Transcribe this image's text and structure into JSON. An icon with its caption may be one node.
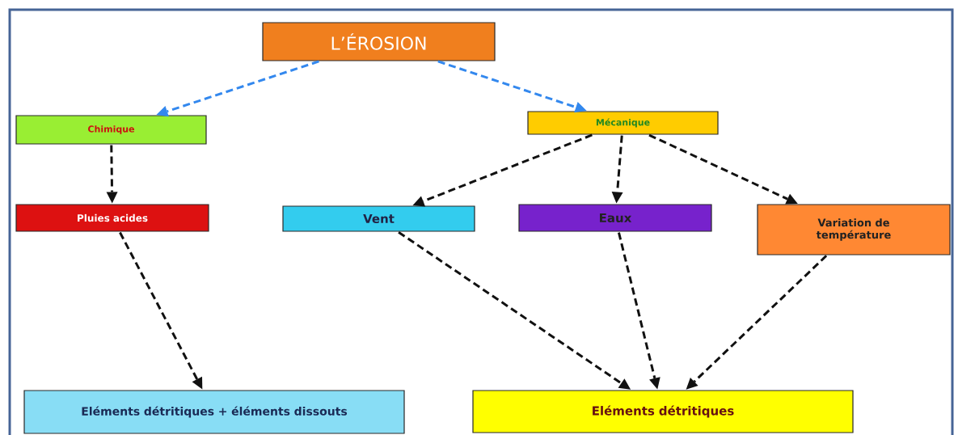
{
  "diagram": {
    "nodes": [
      {
        "text": [
          "L’ÉROSION"
        ]
      },
      {
        "text": [
          "Chimique"
        ]
      },
      {
        "text": [
          "Mécanique"
        ]
      },
      {
        "text": [
          "Pluies acides"
        ]
      },
      {
        "text": [
          "Vent"
        ]
      },
      {
        "text": [
          "Eaux"
        ]
      },
      {
        "text": [
          "Variation de température"
        ]
      },
      {
        "text": [
          "Eléments détritiques + éléments dissouts"
        ]
      },
      {
        "text": [
          "Eléments détritiques"
        ]
      }
    ],
    "edges": [
      {
        "from": 0,
        "to": 1,
        "arrow": "to",
        "style": "dashed",
        "color": "#3388ee"
      },
      {
        "from": 0,
        "to": 2,
        "arrow": "to",
        "style": "dashed",
        "color": "#3388ee"
      },
      {
        "from": 1,
        "to": 3,
        "arrow": "to",
        "style": "dashed"
      },
      {
        "from": 2,
        "to": 4,
        "arrow": "to",
        "style": "dashed"
      },
      {
        "from": 2,
        "to": 5,
        "arrow": "to",
        "style": "dashed"
      },
      {
        "from": 2,
        "to": 6,
        "arrow": "to",
        "style": "dashed"
      },
      {
        "from": 3,
        "to": 7,
        "arrow": "to",
        "style": "dashed"
      },
      {
        "from": 4,
        "to": 8,
        "arrow": "to",
        "style": "dashed"
      },
      {
        "from": 5,
        "to": 8,
        "arrow": "to",
        "style": "dashed"
      },
      {
        "from": 6,
        "to": 8,
        "arrow": "to",
        "style": "dashed"
      }
    ]
  }
}
